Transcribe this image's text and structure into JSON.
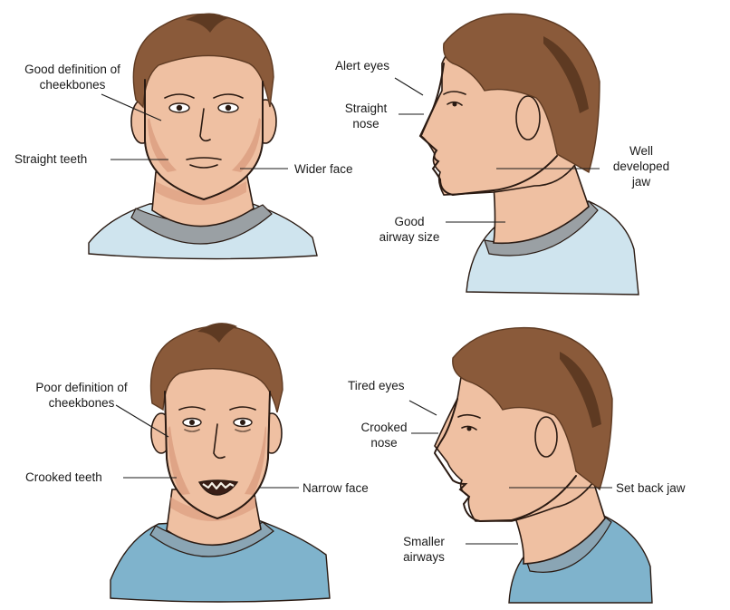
{
  "colors": {
    "hair": "#8a5a3a",
    "hair_dark": "#5e3a22",
    "skin": "#efc0a2",
    "skin_shadow": "#d8987a",
    "shirt_healthy": "#cfe4ee",
    "shirt_unhealthy": "#7fb3cc",
    "collar_healthy": "#9aa0a4",
    "collar_unhealthy": "#8aa5b4",
    "outline": "#2a1a12",
    "pointer": "#1a1a1a"
  },
  "panels": {
    "healthy_front": {
      "cheekbones": "Good definition of\ncheekbones",
      "teeth": "Straight teeth",
      "face": "Wider face"
    },
    "healthy_profile": {
      "eyes": "Alert eyes",
      "nose": "Straight\nnose",
      "jaw": "Well\ndeveloped\njaw",
      "airway": "Good\nairway size"
    },
    "unhealthy_front": {
      "cheekbones": "Poor definition of\ncheekbones",
      "teeth": "Crooked teeth",
      "face": "Narrow face"
    },
    "unhealthy_profile": {
      "eyes": "Tired eyes",
      "nose": "Crooked\nnose",
      "jaw": "Set back jaw",
      "airway": "Smaller\nairways"
    }
  }
}
